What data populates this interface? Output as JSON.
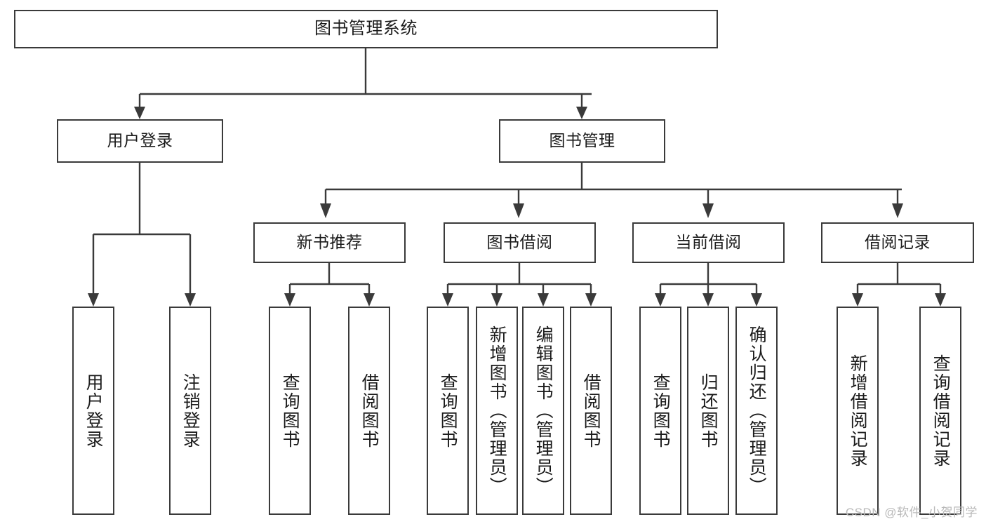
{
  "diagram": {
    "type": "tree-hierarchy-chart",
    "title": "图书管理系统",
    "watermark": "CSDN @软件_小贺同学",
    "colors": {
      "stroke": "#3a3a3a",
      "box_fill": "#ffffff",
      "text": "#1b1b1b",
      "watermark": "#b9b9b9",
      "background": "#ffffff"
    },
    "nodes": {
      "root": {
        "label": "图书管理系统"
      },
      "level2": [
        {
          "label": "用户登录"
        },
        {
          "label": "图书管理"
        }
      ],
      "level3": [
        {
          "label": "新书推荐"
        },
        {
          "label": "图书借阅"
        },
        {
          "label": "当前借阅"
        },
        {
          "label": "借阅记录"
        }
      ],
      "leaves": {
        "user_login": [
          {
            "label": "用户登录"
          },
          {
            "label": "注销登录"
          }
        ],
        "new_book_recommend": [
          {
            "label": "查询图书"
          },
          {
            "label": "借阅图书"
          }
        ],
        "book_borrow": [
          {
            "label": "查询图书"
          },
          {
            "label": "新增图书（管理员）"
          },
          {
            "label": "编辑图书（管理员）"
          },
          {
            "label": "借阅图书"
          }
        ],
        "current_borrow": [
          {
            "label": "查询图书"
          },
          {
            "label": "归还图书"
          },
          {
            "label": "确认归还（管理员）"
          }
        ],
        "borrow_records": [
          {
            "label": "新增借阅记录"
          },
          {
            "label": "查询借阅记录"
          }
        ]
      }
    }
  }
}
